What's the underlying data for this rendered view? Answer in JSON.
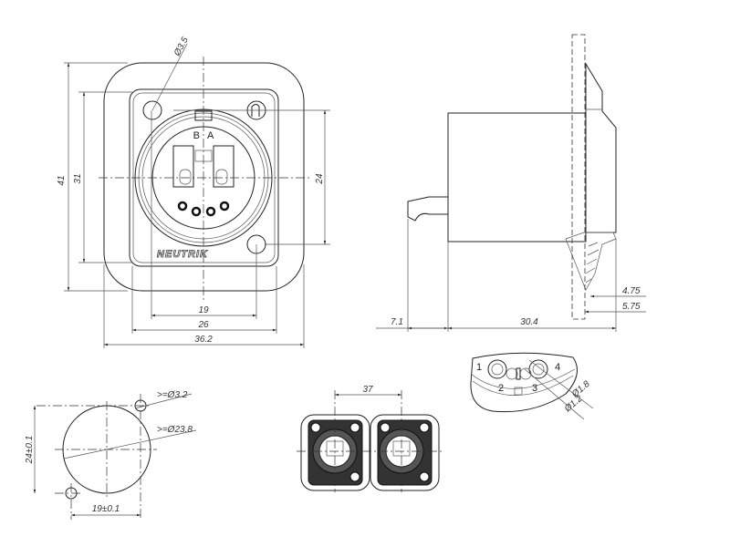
{
  "front_view": {
    "brand": "NEUTRIK",
    "channel_labels": {
      "b": "B",
      "a": "A"
    },
    "dims": {
      "hole_dia": "Ø3.5",
      "height_total": "41",
      "height_plate": "31",
      "hole_spacing_v": "24",
      "hole_spacing_h": "19",
      "width_plate": "26",
      "width_total": "36.2"
    }
  },
  "side_view": {
    "dims": {
      "pin_length": "7.1",
      "body_length": "30.4",
      "panel_min": "4.75",
      "panel_max": "5.75"
    }
  },
  "pin_view": {
    "pins": [
      "1",
      "2",
      "3",
      "4"
    ],
    "dims": {
      "outer_dia": "Ø1.8",
      "inner_dia": "Ø1.2"
    }
  },
  "cutout_view": {
    "dims": {
      "screw_hole": ">=Ø3.2",
      "main_hole": ">=Ø23.8",
      "vertical": "24±0.1",
      "horizontal": "19±0.1"
    }
  },
  "pair_view": {
    "dims": {
      "spacing": "37"
    }
  }
}
